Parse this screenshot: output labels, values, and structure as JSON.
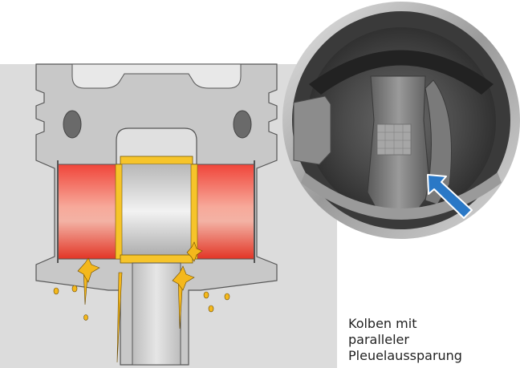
{
  "caption": {
    "lines": [
      "Kolben mit",
      "paralleler",
      "Pleuelaussparung"
    ]
  },
  "colors": {
    "panel": "#dcdcdc",
    "piston_gray": "#c8c8c8",
    "pin_red": "#e8382a",
    "bushing_yellow": "#f6c42a",
    "oil_yellow": "#f4b81c",
    "arrow_blue": "#2a78c6"
  },
  "icons": [
    "oil-droplet",
    "direction-arrow"
  ]
}
